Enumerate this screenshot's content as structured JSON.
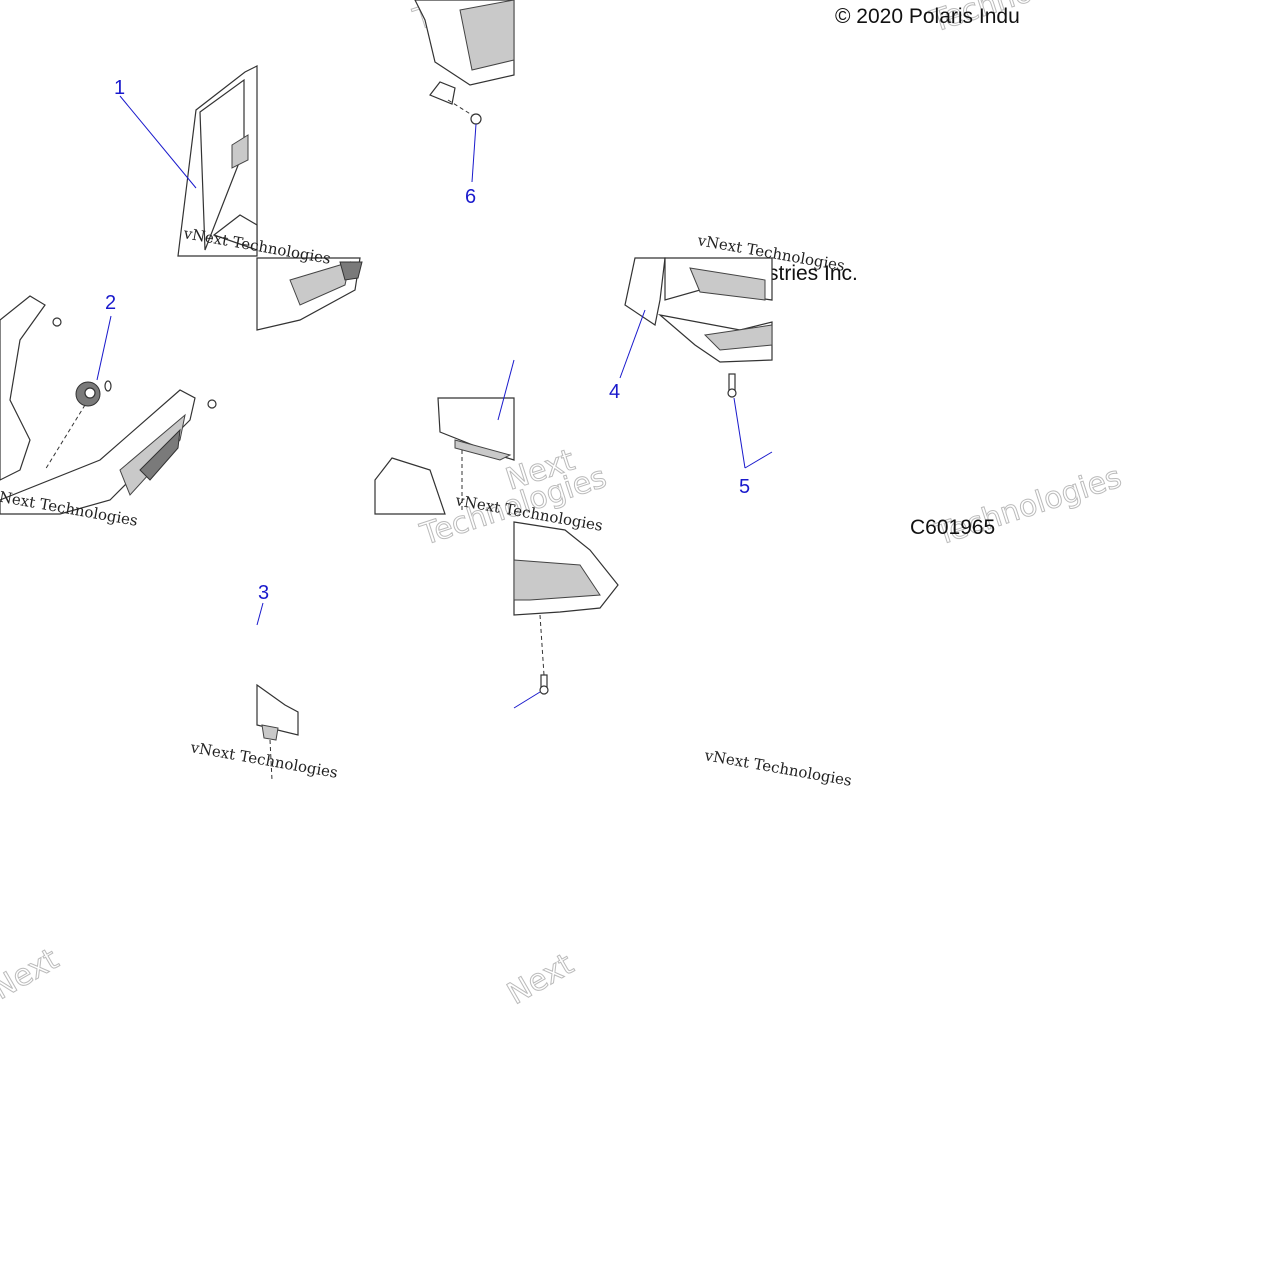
{
  "copyright": {
    "line1": "© 2020 Polaris Indu",
    "line2": "stries Inc."
  },
  "figure_code": "C601965",
  "watermark": {
    "serif_text": "vNext Technologies",
    "large_word": "Technologies",
    "fragment_text": "Next"
  },
  "callouts": [
    "1",
    "2",
    "3",
    "4",
    "5",
    "6"
  ],
  "colors": {
    "callout_blue": "#1a1acc",
    "line_gray": "#333333",
    "shade_gray": "#c9c9c9"
  }
}
